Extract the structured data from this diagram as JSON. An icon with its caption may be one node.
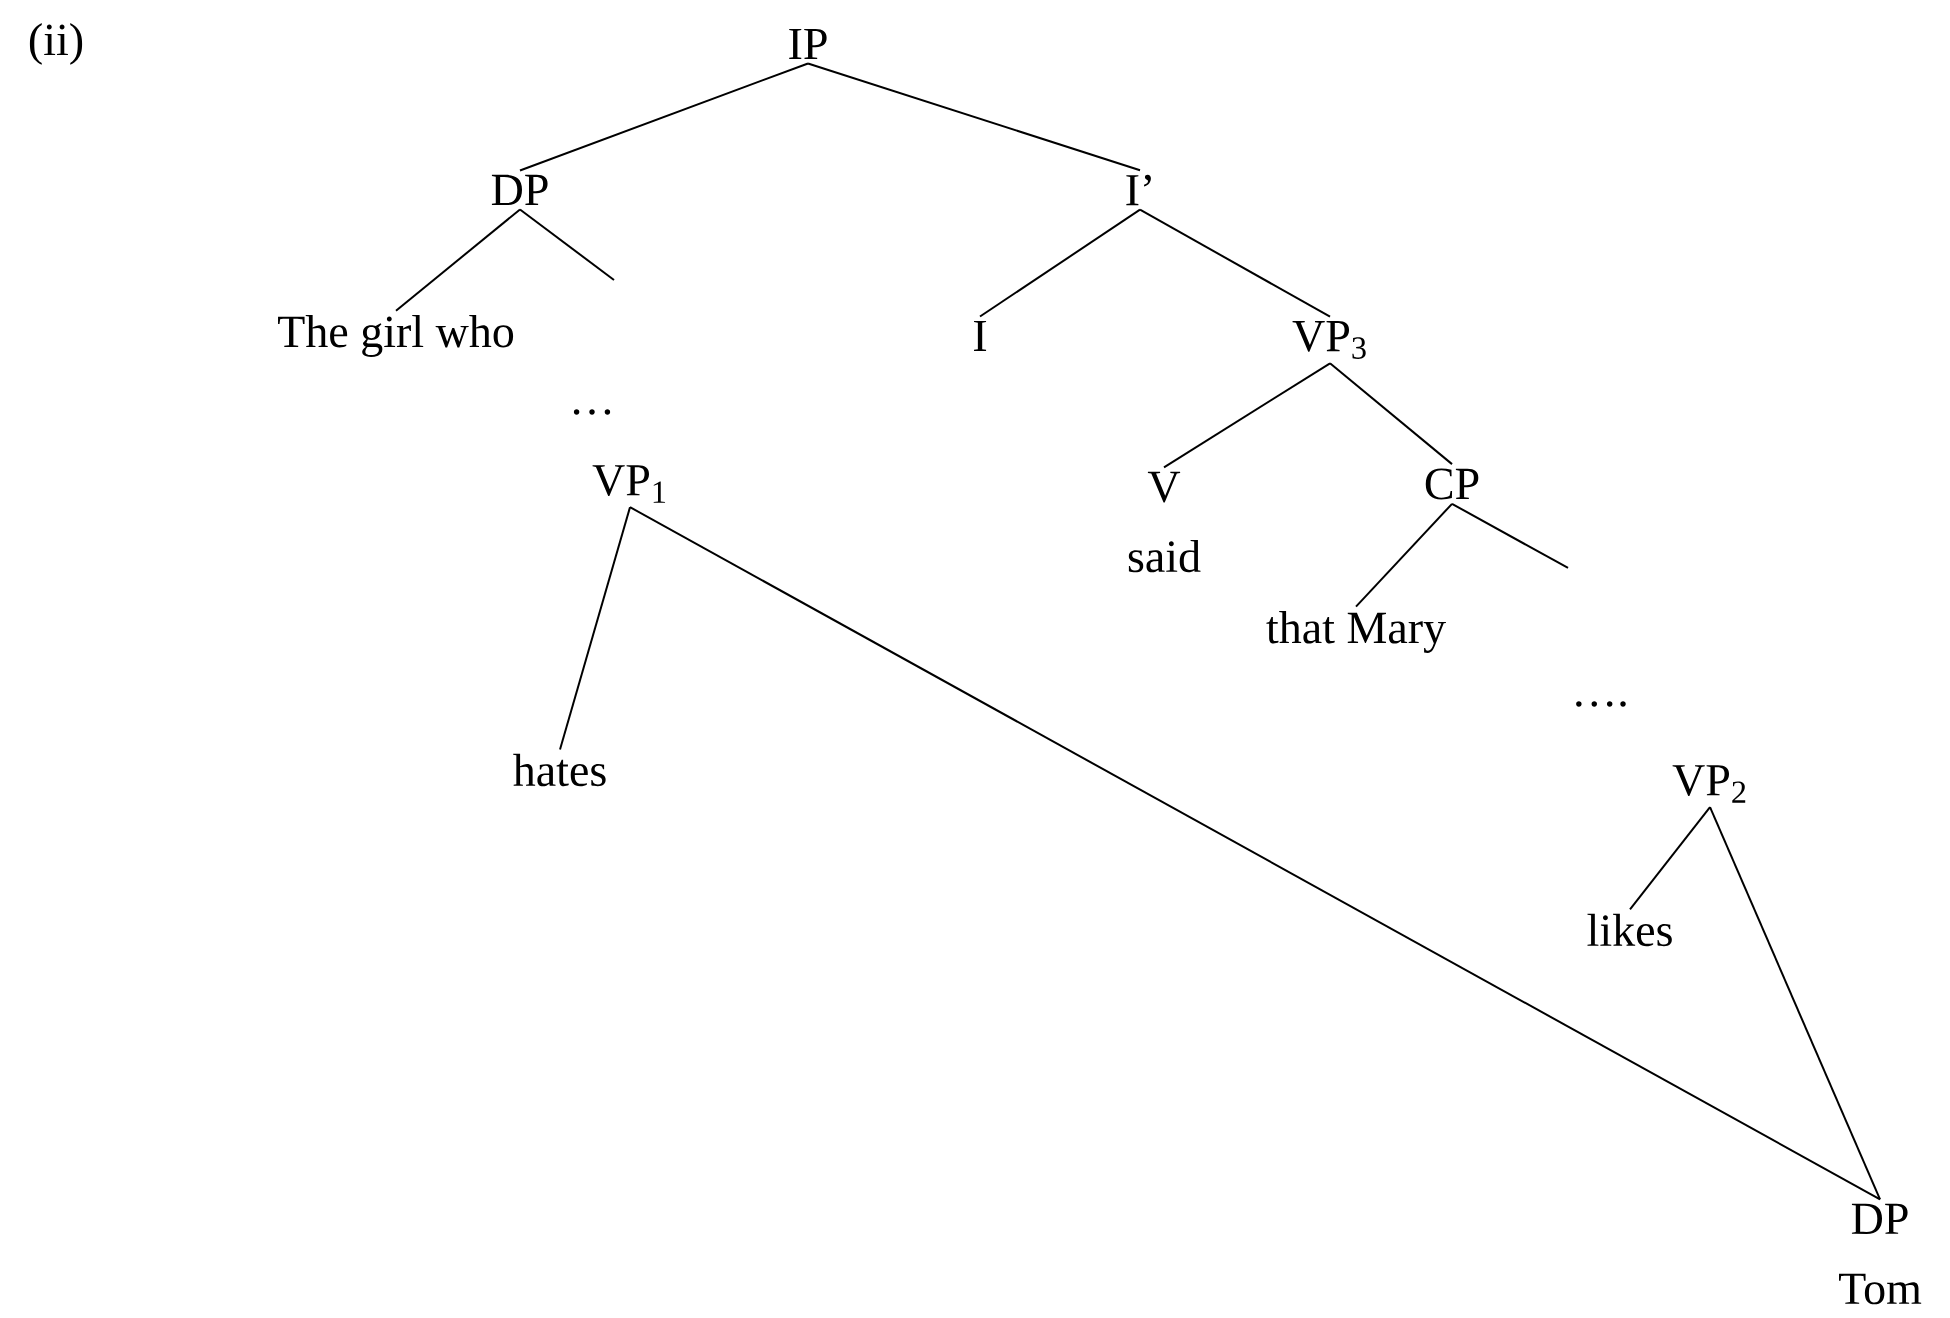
{
  "diagram": {
    "nodes": [
      {
        "text": [
          "IP"
        ]
      },
      {
        "text": [
          "DP"
        ]
      },
      {
        "text": [
          "I’"
        ]
      },
      {
        "text": [
          "The girl who"
        ]
      },
      {
        "text": [
          "I"
        ]
      },
      {
        "text": [
          "VP$_{3}$"
        ]
      },
      {
        "text": [
          "V",
          "said"
        ]
      },
      {
        "text": [
          "CP"
        ]
      },
      {
        "text": [
          "that Mary"
        ]
      },
      {
        "text": [
          "VP$_{1}$"
        ]
      },
      {
        "text": [
          "hates"
        ]
      },
      {
        "text": [
          "VP$_{2}$"
        ]
      },
      {
        "text": [
          "likes"
        ]
      },
      {
        "text": [
          "DP",
          "Tom"
        ]
      }
    ],
    "edges": [
      {
        "from": 0,
        "to": 1,
        "arrow": "none"
      },
      {
        "from": 0,
        "to": 2,
        "arrow": "none"
      },
      {
        "from": 1,
        "to": 3,
        "arrow": "none"
      },
      {
        "from": 1,
        "to": null,
        "arrow": "none"
      },
      {
        "from": 2,
        "to": 4,
        "arrow": "none"
      },
      {
        "from": 2,
        "to": 5,
        "arrow": "none"
      },
      {
        "from": 5,
        "to": 6,
        "arrow": "none"
      },
      {
        "from": 5,
        "to": 7,
        "arrow": "none"
      },
      {
        "from": 7,
        "to": 8,
        "arrow": "none"
      },
      {
        "from": 7,
        "to": null,
        "arrow": "none"
      },
      {
        "from": 9,
        "to": 10,
        "arrow": "none"
      },
      {
        "from": 9,
        "to": 13,
        "arrow": "none"
      },
      {
        "from": 11,
        "to": 12,
        "arrow": "none"
      },
      {
        "from": 11,
        "to": 13,
        "arrow": "none"
      }
    ],
    "labels": [
      "(ii)",
      "…",
      "…."
    ]
  }
}
